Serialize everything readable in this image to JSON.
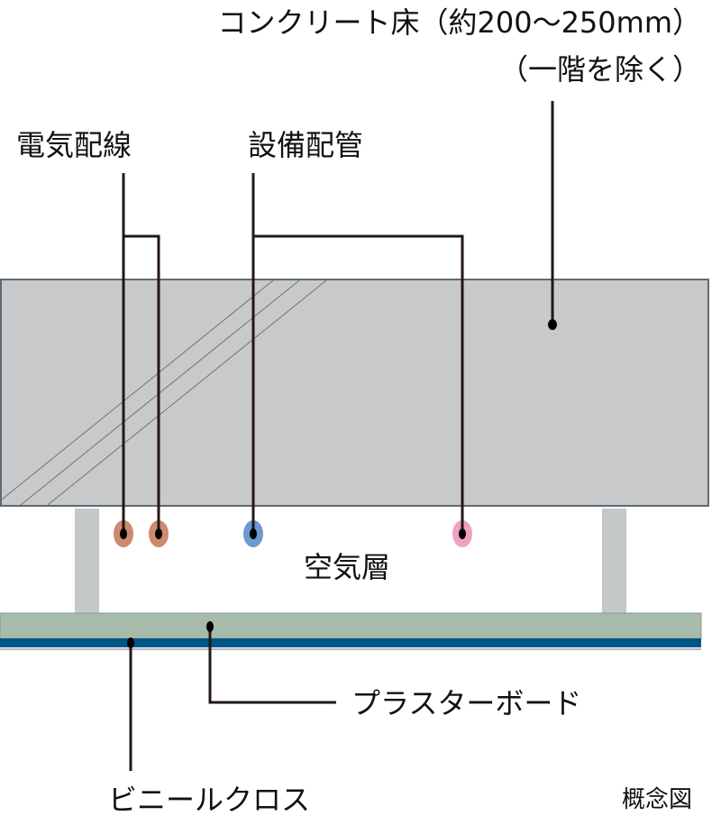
{
  "labels": {
    "concrete_floor": "コンクリート床（約200〜250mm）",
    "concrete_note": "（一階を除く）",
    "electrical_wiring": "電気配線",
    "plumbing": "設備配管",
    "air_layer": "空気層",
    "plasterboard": "プラスターボード",
    "vinyl_cloth": "ビニールクロス",
    "conceptual": "概念図"
  },
  "colors": {
    "concrete": "#c8c9cb",
    "support": "#c3c8c9",
    "plasterboard": "#a7bbab",
    "vinyl_cloth": "#005587",
    "wire": "#cc8a70",
    "pipe_blue": "#6a9ad0",
    "pipe_pink": "#f0a0c0"
  }
}
